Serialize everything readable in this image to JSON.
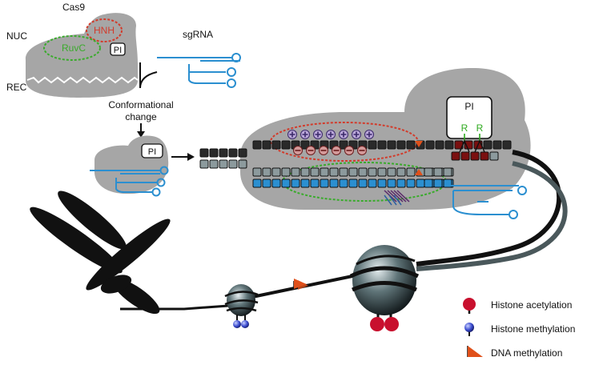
{
  "labels": {
    "cas9": "Cas9",
    "hnh": "HNH",
    "nuc": "NUC",
    "ruvc": "RuvC",
    "pi_small": "PI",
    "rec": "REC",
    "sgrna": "sgRNA",
    "conformational": "Conformational",
    "change": "change",
    "pi_mid": "PI",
    "pi_big": "PI",
    "r_left": "R",
    "r_right": "R"
  },
  "legend": [
    {
      "label": "Histone acetylation",
      "icon": "red-circle-icon"
    },
    {
      "label": "Histone methylation",
      "icon": "blue-sphere-icon"
    },
    {
      "label": "DNA methylation",
      "icon": "orange-flag-icon"
    }
  ],
  "colors": {
    "protein": "#a6a6a6",
    "hnh": "#d23b2b",
    "ruvc": "#3aab2c",
    "rna": "#2b8fd0",
    "dna_top": "#333333",
    "dna_bottom": "#7a8a8f",
    "acetylation": "#c8102e",
    "methylation": "#3b4ccf",
    "dna_methylation": "#e0501a",
    "r_green": "#2eaa1f"
  }
}
